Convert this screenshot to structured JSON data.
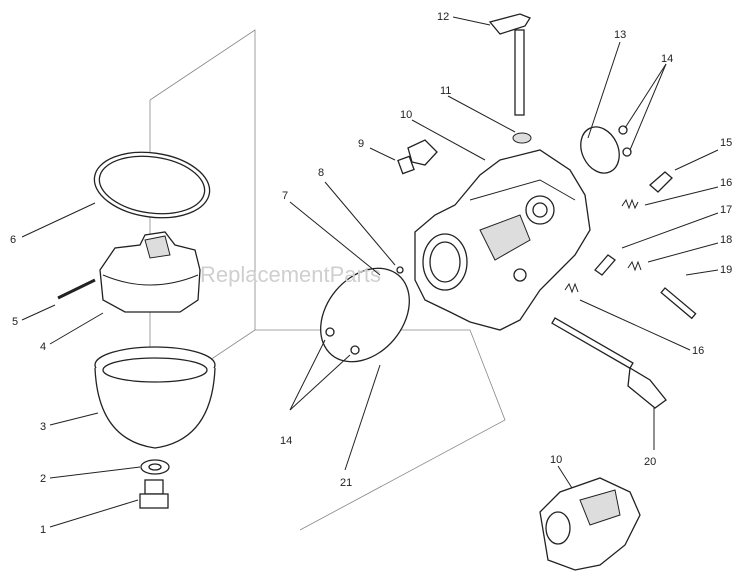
{
  "watermark": "ReplacementParts",
  "callouts": [
    "12",
    "13",
    "14",
    "11",
    "10",
    "9",
    "15",
    "16",
    "8",
    "7",
    "17",
    "18",
    "19",
    "6",
    "5",
    "4",
    "16",
    "3",
    "14",
    "20",
    "2",
    "21",
    "10",
    "1"
  ]
}
